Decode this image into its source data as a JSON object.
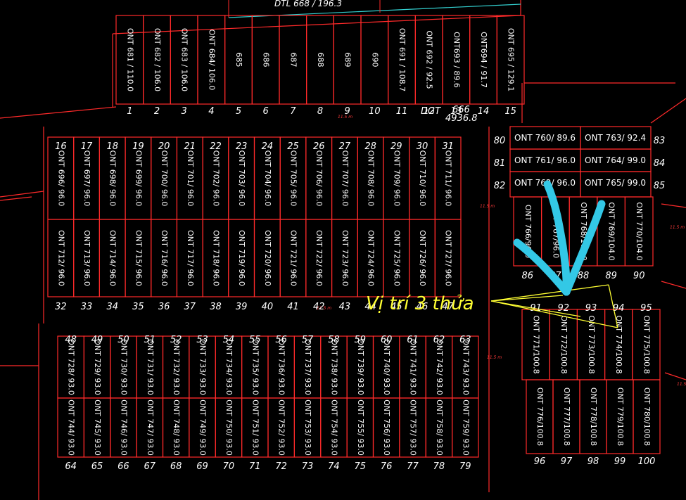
{
  "colors": {
    "background": "#000000",
    "boundary": "#ff2a2a",
    "text": "#ffffff",
    "annotation": "#ffff33",
    "arrow": "#33c8e6",
    "road": "#33d0d0"
  },
  "header": {
    "road_label": "DTL 668 / 196.3",
    "dgt_label": "DGT",
    "dgt_value": "4936.8",
    "dgt_code": "666"
  },
  "top_plots": [
    {
      "n": "1",
      "label": "ONT 681 / 110.0"
    },
    {
      "n": "2",
      "label": "ONT 682 / 106.0"
    },
    {
      "n": "3",
      "label": "ONT 683 / 106.0"
    },
    {
      "n": "4",
      "label": "ONT 684/ 106.0"
    },
    {
      "n": "5",
      "label": "685"
    },
    {
      "n": "6",
      "label": "686"
    },
    {
      "n": "7",
      "label": "687"
    },
    {
      "n": "8",
      "label": "688"
    },
    {
      "n": "9",
      "label": "689"
    },
    {
      "n": "10",
      "label": "690"
    },
    {
      "n": "11",
      "label": "ONT 691 / 108.7"
    },
    {
      "n": "12",
      "label": "ONT 692 / 92.5"
    },
    {
      "n": "13",
      "label": "ONT693 / 89.6"
    },
    {
      "n": "14",
      "label": "ONT694 / 91.7"
    },
    {
      "n": "15",
      "label": "ONT 695 / 129.1"
    }
  ],
  "block_a_top": [
    {
      "n": "16",
      "label": "ONT 696/ 96.0"
    },
    {
      "n": "17",
      "label": "ONT 697/ 96.0"
    },
    {
      "n": "18",
      "label": "ONT 698/ 96.0"
    },
    {
      "n": "19",
      "label": "ONT 699/ 96.0"
    },
    {
      "n": "20",
      "label": "ONT 700/ 96.0"
    },
    {
      "n": "21",
      "label": "ONT 701/ 96.0"
    },
    {
      "n": "22",
      "label": "ONT 702/ 96.0"
    },
    {
      "n": "23",
      "label": "ONT 703/ 96.0"
    },
    {
      "n": "24",
      "label": "ONT 704/ 96.0"
    },
    {
      "n": "25",
      "label": "ONT 705/ 96.0"
    },
    {
      "n": "26",
      "label": "ONT 706/ 96.0"
    },
    {
      "n": "27",
      "label": "ONT 707/ 96.0"
    },
    {
      "n": "28",
      "label": "ONT 708/ 96.0"
    },
    {
      "n": "29",
      "label": "ONT 709/ 96.0"
    },
    {
      "n": "30",
      "label": "ONT 710/ 96.0"
    },
    {
      "n": "31",
      "label": "ONT 711/ 96.0"
    }
  ],
  "block_a_bottom": [
    {
      "n": "32",
      "label": "ONT 712/ 96.0"
    },
    {
      "n": "33",
      "label": "ONT 713/ 96.0"
    },
    {
      "n": "34",
      "label": "ONT 714/ 96.0"
    },
    {
      "n": "35",
      "label": "ONT 715/ 96.0"
    },
    {
      "n": "36",
      "label": "ONT 716/ 96.0"
    },
    {
      "n": "37",
      "label": "ONT 717/ 96.0"
    },
    {
      "n": "38",
      "label": "ONT 718/ 96.0"
    },
    {
      "n": "39",
      "label": "ONT 719/ 96.0"
    },
    {
      "n": "40",
      "label": "ONT 720/ 96.0"
    },
    {
      "n": "41",
      "label": "ONT 721/ 96.0"
    },
    {
      "n": "42",
      "label": "ONT 722/ 96.0"
    },
    {
      "n": "43",
      "label": "ONT 723/ 96.0"
    },
    {
      "n": "44",
      "label": "ONT 724/ 96.0"
    },
    {
      "n": "45",
      "label": "ONT 725/ 96.0"
    },
    {
      "n": "46",
      "label": "ONT 726/ 96.0"
    },
    {
      "n": "47",
      "label": "ONT 727/ 96.0"
    }
  ],
  "block_b_top": [
    {
      "n": "48",
      "label": "ONT 728/ 93.0"
    },
    {
      "n": "49",
      "label": "ONT 729/ 93.0"
    },
    {
      "n": "50",
      "label": "ONT 730/ 93.0"
    },
    {
      "n": "51",
      "label": "ONT 731/ 93.0"
    },
    {
      "n": "52",
      "label": "ONT 732/ 93.0"
    },
    {
      "n": "53",
      "label": "ONT 733/ 93.0"
    },
    {
      "n": "54",
      "label": "ONT 734/ 93.0"
    },
    {
      "n": "55",
      "label": "ONT 735/ 93.0"
    },
    {
      "n": "56",
      "label": "ONT 736/ 93.0"
    },
    {
      "n": "57",
      "label": "ONT 737/ 93.0"
    },
    {
      "n": "58",
      "label": "ONT 738/ 93.0"
    },
    {
      "n": "59",
      "label": "ONT 739/ 93.0"
    },
    {
      "n": "60",
      "label": "ONT 740/ 93.0"
    },
    {
      "n": "61",
      "label": "ONT 741/ 93.0"
    },
    {
      "n": "62",
      "label": "ONT 742/ 93.0"
    },
    {
      "n": "63",
      "label": "ONT 743/ 93.0"
    }
  ],
  "block_b_bottom": [
    {
      "n": "64",
      "label": "ONT 744/ 93.0"
    },
    {
      "n": "65",
      "label": "ONT 745/ 93.0"
    },
    {
      "n": "66",
      "label": "ONT 746/ 93.0"
    },
    {
      "n": "67",
      "label": "ONT 747/ 93.0"
    },
    {
      "n": "68",
      "label": "ONT 748/ 93.0"
    },
    {
      "n": "69",
      "label": "ONT 749/ 93.0"
    },
    {
      "n": "70",
      "label": "ONT 750/ 93.0"
    },
    {
      "n": "71",
      "label": "ONT 751/ 93.0"
    },
    {
      "n": "72",
      "label": "ONT 752/ 93.0"
    },
    {
      "n": "73",
      "label": "ONT 753/ 93.0"
    },
    {
      "n": "74",
      "label": "ONT 754/ 93.0"
    },
    {
      "n": "75",
      "label": "ONT 755/ 93.0"
    },
    {
      "n": "76",
      "label": "ONT 756/ 93.0"
    },
    {
      "n": "77",
      "label": "ONT 757/ 93.0"
    },
    {
      "n": "78",
      "label": "ONT 758/ 93.0"
    },
    {
      "n": "79",
      "label": "ONT 759/ 93.0"
    }
  ],
  "block_c_rows": [
    {
      "ln": "80",
      "left": "ONT 760/ 89.6",
      "right": "ONT 763/ 92.4",
      "rn": "83"
    },
    {
      "ln": "81",
      "left": "ONT 761/ 96.0",
      "right": "ONT 764/ 99.0",
      "rn": "84"
    },
    {
      "ln": "82",
      "left": "ONT 762/ 96.0",
      "right": "ONT 765/ 99.0",
      "rn": "85"
    }
  ],
  "block_c_bottom": [
    {
      "n": "86",
      "label": "ONT 766/96.0"
    },
    {
      "n": "87",
      "label": "ONT 767/96.0"
    },
    {
      "n": "88",
      "label": "ONT 768/104.0"
    },
    {
      "n": "89",
      "label": "ONT 769/104.0"
    },
    {
      "n": "90",
      "label": "ONT 770/104.0"
    }
  ],
  "block_d_top": [
    {
      "n": "91",
      "label": "ONT 771/100.8"
    },
    {
      "n": "92",
      "label": "ONT 772/100.8"
    },
    {
      "n": "93",
      "label": "ONT 773/100.8"
    },
    {
      "n": "94",
      "label": "ONT 774/100.8"
    },
    {
      "n": "95",
      "label": "ONT 775/100.8"
    }
  ],
  "block_d_bottom": [
    {
      "n": "96",
      "label": "ONT 776/100.8"
    },
    {
      "n": "97",
      "label": "ONT 777/100.8"
    },
    {
      "n": "98",
      "label": "ONT 778/100.8"
    },
    {
      "n": "99",
      "label": "ONT 779/100.8"
    },
    {
      "n": "100",
      "label": "ONT 780/100.8"
    }
  ],
  "road_width": "11.5 m",
  "annotation": {
    "text": "Vị trí 3 thửa",
    "highlighted_plots": [
      "92",
      "93",
      "94"
    ]
  }
}
